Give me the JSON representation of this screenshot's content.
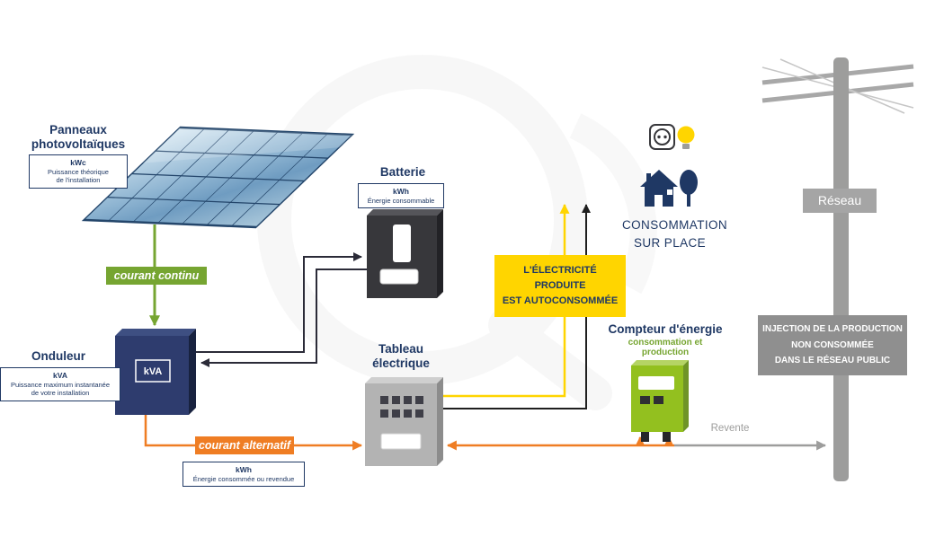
{
  "palette": {
    "navy": "#1f3864",
    "green": "#76a531",
    "orange": "#ef7d23",
    "yellow": "#ffd500",
    "gray": "#9d9d9c",
    "meter_green": "#93c01f"
  },
  "icons": [
    "power-socket-icon",
    "bulb-icon",
    "house-icon",
    "tree-icon",
    "solar-panel",
    "utility-pole"
  ],
  "panels": {
    "title": "Panneaux\nphotovoltaïques",
    "unit": "kWc",
    "desc": "Puissance théorique\nde l'installation"
  },
  "flows": {
    "dc": "courant continu",
    "ac": "courant alternatif"
  },
  "onduleur": {
    "title": "Onduleur",
    "unit": "kVA",
    "desc": "Puissance maximum instantanée\nde votre installation",
    "device_label": "kVA"
  },
  "batterie": {
    "title": "Batterie",
    "unit": "kWh",
    "desc": "Énergie consommable"
  },
  "tableau": {
    "title": "Tableau\nélectrique"
  },
  "ac_energy": {
    "unit": "kWh",
    "desc": "Énergie consommée ou revendue"
  },
  "autoconso": {
    "text": "L'ÉLECTRICITÉ PRODUITE\nEST AUTOCONSOMMÉE"
  },
  "consommation": {
    "text": "CONSOMMATION\nSUR PLACE"
  },
  "compteur": {
    "title": "Compteur d'énergie",
    "subtitle": "consommation et production"
  },
  "reseau": {
    "label": "Réseau"
  },
  "injection": {
    "text": "INJECTION DE LA PRODUCTION\nNON CONSOMMÉE\nDANS LE RÉSEAU PUBLIC"
  },
  "revente": {
    "label": "Revente"
  }
}
